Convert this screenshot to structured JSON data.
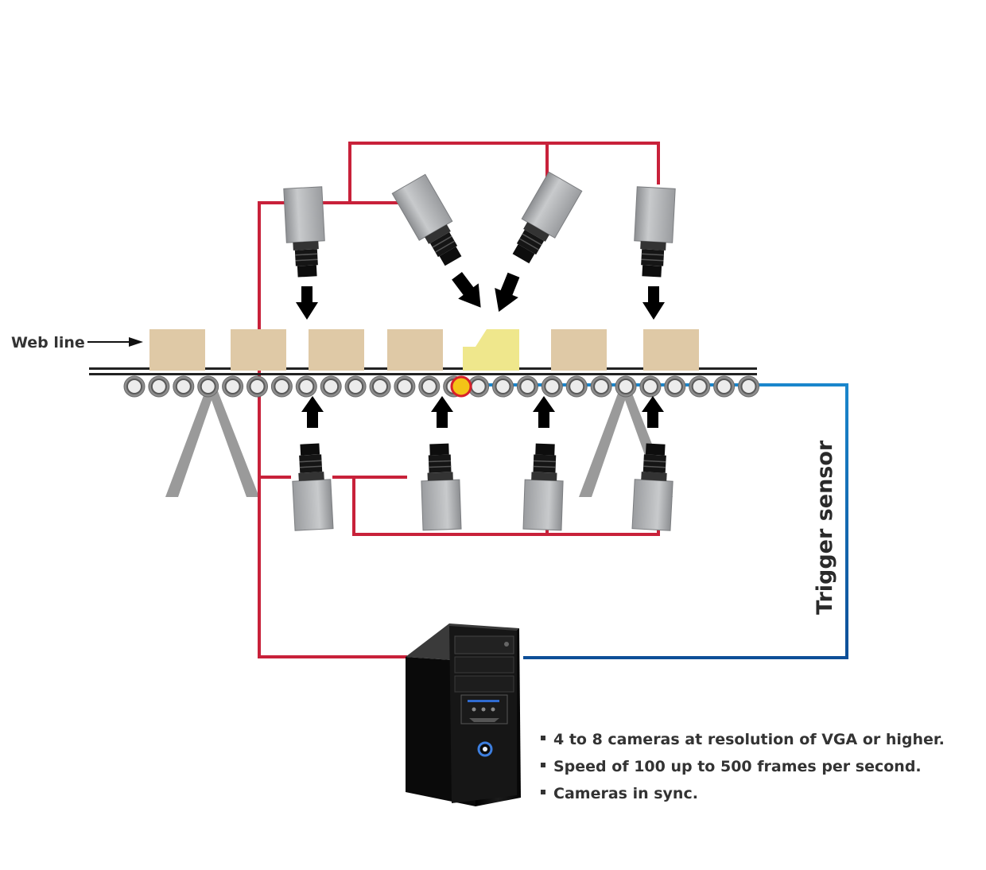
{
  "labels": {
    "web_line": "Web line",
    "trigger_sensor": "Trigger sensor"
  },
  "specs": [
    "4 to 8 cameras at resolution of VGA or higher.",
    "Speed of 100 up to 500 frames per second.",
    "Cameras in sync."
  ],
  "colors": {
    "camera_cable": "#c8213a",
    "trigger_cable": "#1160a8",
    "box": "#dfc9a6",
    "triggered_box": "#efe78c",
    "trigger_point": "#f4c317",
    "camera_body": "#a9abae",
    "computer_body": "#111111"
  },
  "counts": {
    "top_cameras": 4,
    "bottom_cameras": 4,
    "boxes": 7,
    "rollers": 26
  }
}
